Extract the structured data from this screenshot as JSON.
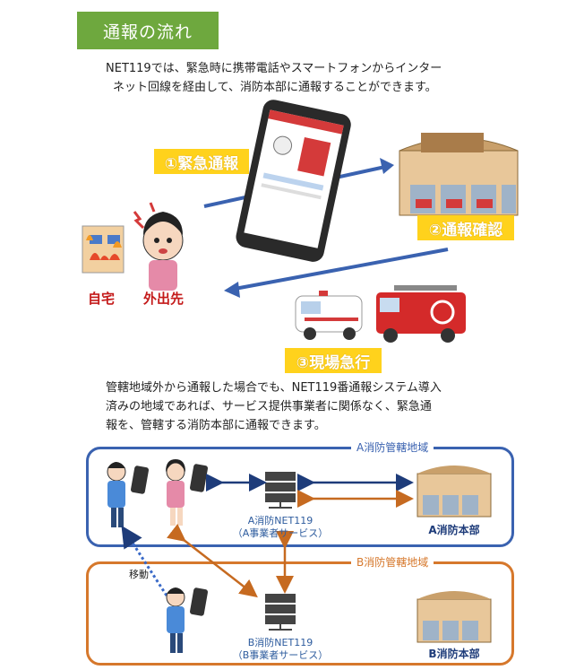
{
  "title": "通報の流れ",
  "intro": {
    "line1": "NET119では、緊急時に携帯電話やスマートフォンからインター",
    "line2": "ネット回線を経由して、消防本部に通報することができます。"
  },
  "flow": {
    "step1": "①緊急通報",
    "step2": "②通報確認",
    "step3": "③現場急行",
    "home": "自宅",
    "outside": "外出先"
  },
  "note": {
    "line1": "管轄地域外から通報した場合でも、NET119番通報システム導入",
    "line2": "済みの地域であれば、サービス提供事業者に関係なく、緊急通",
    "line3": "報を、管轄する消防本部に通報できます。"
  },
  "regionA": {
    "title": "A消防管轄地域",
    "server_label1": "A消防NET119",
    "server_label2": "（A事業者サービス）",
    "hq": "A消防本部"
  },
  "regionB": {
    "title": "B消防管轄地域",
    "server_label1": "B消防NET119",
    "server_label2": "（B事業者サービス）",
    "hq": "B消防本部"
  },
  "move_label": "移動",
  "colors": {
    "green": "#6ea83e",
    "yellow": "#ffd21c",
    "blue": "#3a62b0",
    "orange": "#d6782c",
    "red": "#c41a1a"
  }
}
